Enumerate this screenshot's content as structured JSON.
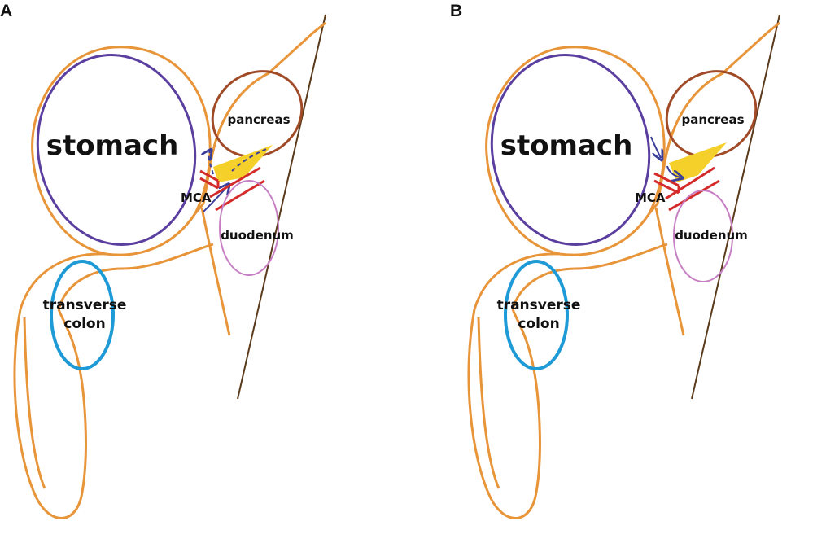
{
  "panels": [
    {
      "letter": "A",
      "labels": {
        "stomach": "stomach",
        "pancreas": "pancreas",
        "mca": "MCA",
        "duodenum": "duodenum",
        "colon_line1": "transverse",
        "colon_line2": "colon"
      }
    },
    {
      "letter": "B",
      "labels": {
        "stomach": "stomach",
        "pancreas": "pancreas",
        "mca": "MCA",
        "duodenum": "duodenum",
        "colon_line1": "transverse",
        "colon_line2": "colon"
      }
    }
  ],
  "colors": {
    "peritoneum": "#E8953A",
    "stomach_outline": "#5B3FA0",
    "pancreas_outline": "#A04A28",
    "duodenum_outline": "#C77FC4",
    "colon_outline": "#1E9AD6",
    "vessel": "#D42A2A",
    "fluid": "#F6D02A",
    "arrow": "#3B3F9A",
    "wall_line": "#5A3A1A"
  },
  "icons": [
    "dashed-arrow-icon",
    "arrow-icon"
  ]
}
